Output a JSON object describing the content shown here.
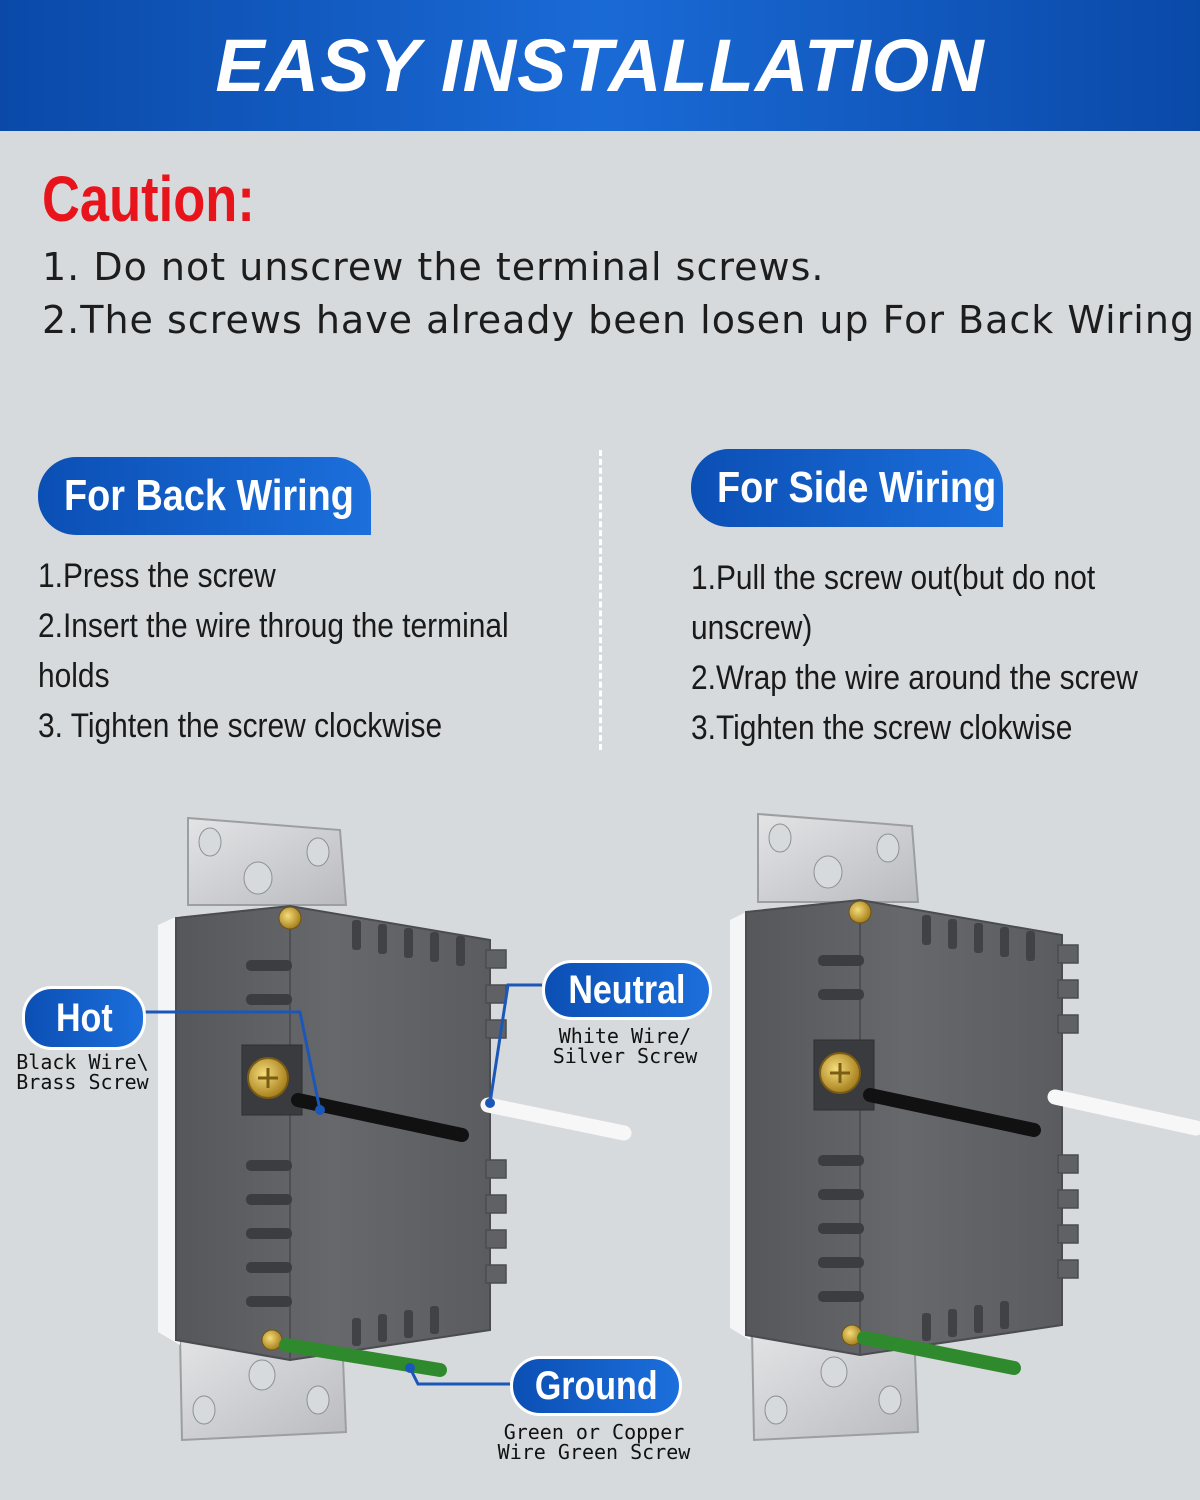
{
  "banner": {
    "title": "EASY INSTALLATION"
  },
  "caution": {
    "title": "Caution:",
    "lines": [
      "1. Do not unscrew the terminal screws.",
      "2.The screws have already been losen up For Back Wiring"
    ]
  },
  "back_wiring": {
    "title": "For  Back Wiring",
    "steps": [
      "1.Press the screw",
      "2.Insert the wire throug the terminal",
      "holds",
      "3. Tighten the screw clockwise"
    ]
  },
  "side_wiring": {
    "title": "For Side Wiring",
    "steps": [
      "1.Pull the screw out(but do not",
      "unscrew)",
      "2.Wrap the wire around the screw",
      "3.Tighten the screw clokwise"
    ]
  },
  "labels": {
    "hot": {
      "title": "Hot",
      "line1": "Black Wire\\",
      "line2": "Brass Screw"
    },
    "neutral": {
      "title": "Neutral",
      "line1": "White Wire/",
      "line2": "Silver Screw"
    },
    "ground": {
      "title": "Ground",
      "line1": "Green or Copper",
      "line2": "Wire Green Screw"
    }
  },
  "colors": {
    "banner_blue": "#1a6ad6",
    "caution_red": "#e8141b",
    "background": "#d7dadd",
    "device_gray": "#5d5f63",
    "ground_wire": "#2f8a2e"
  }
}
